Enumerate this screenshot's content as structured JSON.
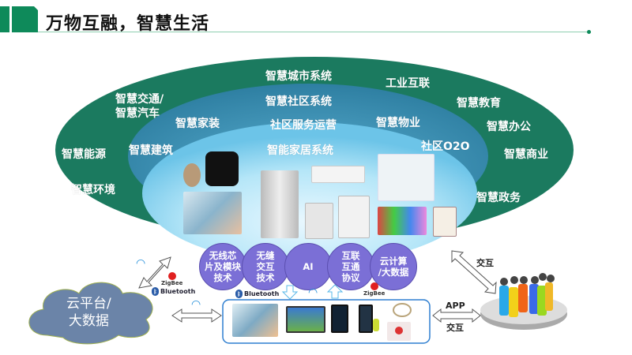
{
  "header": {
    "title": "万物互融，智慧生活"
  },
  "outer_ring": {
    "color": "#1b7a5f",
    "items": [
      "智慧城市系统",
      "工业互联",
      "智慧交通/",
      "智慧汽车",
      "智慧教育",
      "智慧能源",
      "智慧办公",
      "智慧商业",
      "智慧环境",
      "智慧政务"
    ]
  },
  "middle_ring": {
    "color": "#3b8fb0",
    "items": [
      "智慧社区系统",
      "智慧家装",
      "社区服务运营",
      "智慧物业",
      "智慧建筑",
      "社区O2O"
    ]
  },
  "inner_ring": {
    "color": "#7fd0ee",
    "title": "智能家居系统"
  },
  "technologies": [
    "无线芯片及模块技术",
    "无缝交互技术",
    "AI",
    "互联互通协议",
    "云计算/大数据"
  ],
  "technology_lines": [
    [
      "无线芯",
      "片及模块",
      "技术"
    ],
    [
      "无缝",
      "交互",
      "技术"
    ],
    [
      "AI"
    ],
    [
      "互联",
      "互通",
      "协议"
    ],
    [
      "云计算",
      "/大数据"
    ]
  ],
  "cloud": {
    "line1": "云平台/",
    "line2": "大数据"
  },
  "protocols": {
    "zigbee": "ZigBee",
    "bluetooth": "Bluetooth"
  },
  "interactions": {
    "top": "交互",
    "app": "APP",
    "bottom": "交互"
  },
  "colors": {
    "accent": "#0e8a5a",
    "purple": "#7b6fd6",
    "device_border": "#2f7fd0"
  }
}
